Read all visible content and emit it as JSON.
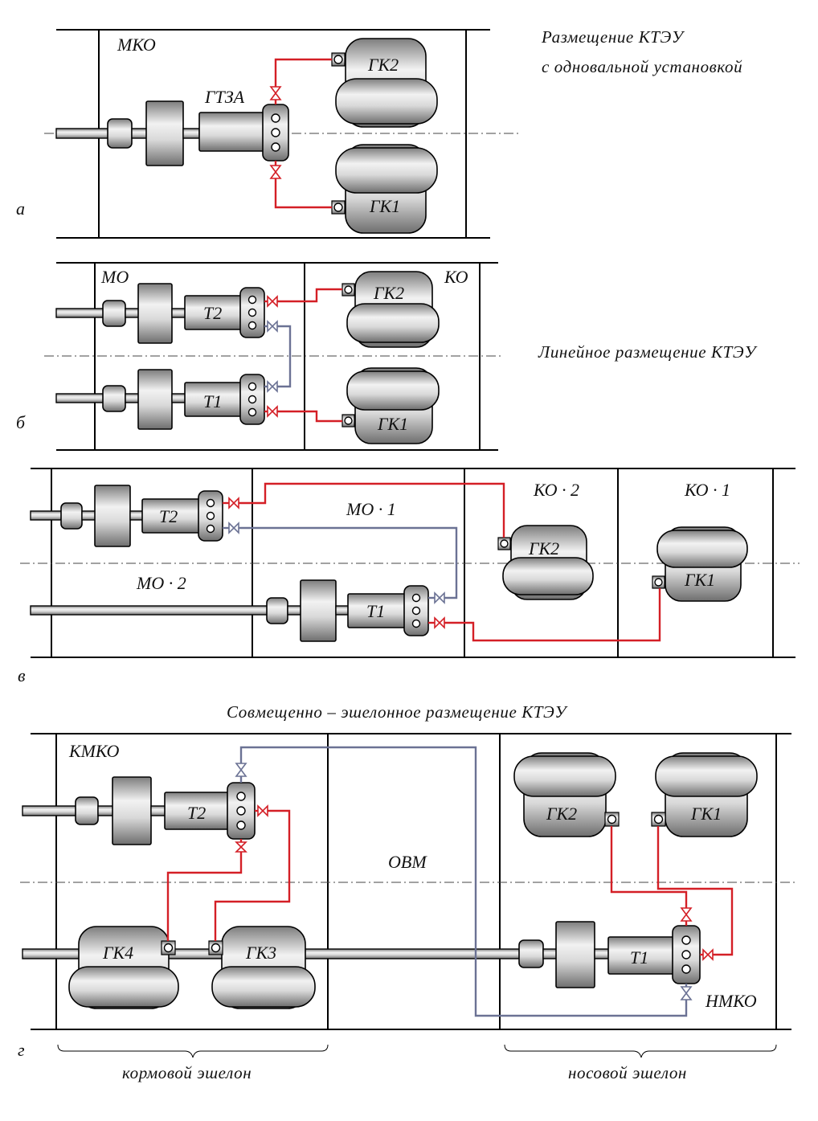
{
  "titles": {
    "a_line1": "Размещение КТЭУ",
    "a_line2": "с одновальной установкой",
    "b": "Линейное размещение КТЭУ",
    "g": "Совмещенно – эшелонное размещение КТЭУ"
  },
  "panel_letters": {
    "a": "а",
    "b": "б",
    "v": "в",
    "g": "г"
  },
  "panel_a": {
    "compartment": "МКО",
    "unit": "ГТЗА",
    "boiler_top": "ГК2",
    "boiler_bottom": "ГК1"
  },
  "panel_b": {
    "comp_left": "МО",
    "comp_right": "КО",
    "turbine_top": "Т2",
    "turbine_bottom": "Т1",
    "boiler_top": "ГК2",
    "boiler_bottom": "ГК1"
  },
  "panel_v": {
    "comp_mo1": "МО · 1",
    "comp_mo2": "МО · 2",
    "comp_ko2": "КО · 2",
    "comp_ko1": "КО · 1",
    "turbine_top": "Т2",
    "turbine_bottom": "Т1",
    "boiler_ko2": "ГК2",
    "boiler_ko1": "ГК1"
  },
  "panel_g": {
    "comp_aft": "КМКО",
    "comp_mid": "ОВМ",
    "comp_bow": "НМКО",
    "turbine_top": "Т2",
    "turbine_bow": "Т1",
    "boiler_4": "ГК4",
    "boiler_3": "ГК3",
    "boiler_2": "ГК2",
    "boiler_1": "ГК1",
    "echelon_aft": "кормовой эшелон",
    "echelon_bow": "носовой эшелон"
  },
  "colors": {
    "steam_line": "#d41f26",
    "feed_line": "#6b7294",
    "equipment_light": "#f4f4f4",
    "equipment_dark": "#8a8a8a"
  }
}
